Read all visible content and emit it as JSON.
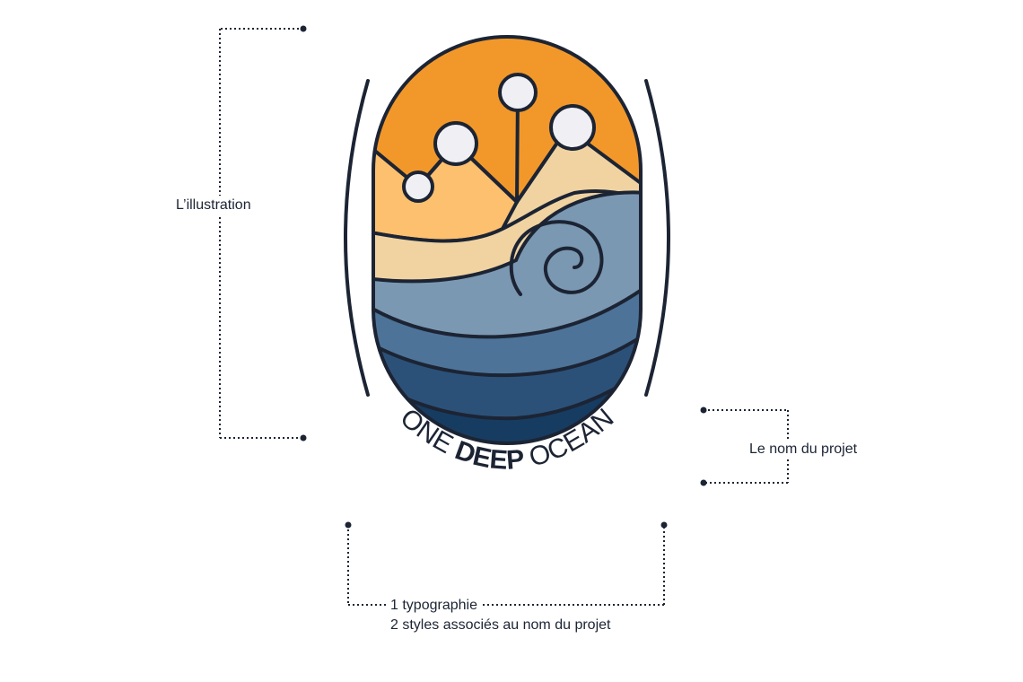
{
  "logo": {
    "name_part1": "ONE ",
    "name_part2": "DEEP",
    "name_part3": " OCEAN"
  },
  "annotations": {
    "illustration": "L’illustration",
    "project_name": "Le nom du projet",
    "typography_line1": "1 typographie",
    "typography_line2": "2 styles associés au nom du projet"
  },
  "colors": {
    "ink": "#1c2434",
    "sun_orange": "#f2982a",
    "light_orange": "#fcc06e",
    "sand": "#f0d3a1",
    "wave_light": "#7b98b2",
    "wave_mid": "#4d7398",
    "wave_dark": "#2c5178",
    "wave_darkest": "#173c61",
    "node_fill": "#f0f0f4"
  }
}
